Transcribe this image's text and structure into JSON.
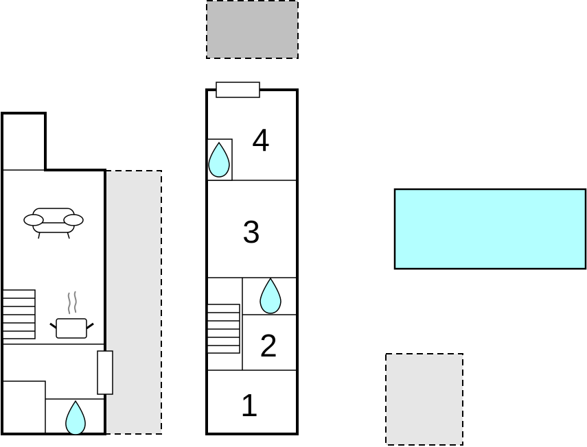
{
  "diagram": {
    "type": "floor-plan",
    "colors": {
      "wall": "#000000",
      "water": "#b3ffff",
      "terrace_dark": "#c0c0c0",
      "terrace_light": "#e6e6e6",
      "pool": "#b3ffff"
    },
    "rooms": [
      {
        "id": "room-1",
        "label": "1"
      },
      {
        "id": "room-2",
        "label": "2"
      },
      {
        "id": "room-3",
        "label": "3"
      },
      {
        "id": "room-4",
        "label": "4"
      }
    ],
    "icons": [
      "sofa-icon",
      "cooking-pot-icon",
      "water-drop-icon",
      "stairs-icon",
      "window-icon"
    ],
    "areas": [
      "ground-floor",
      "upper-floor",
      "pool",
      "terrace-top",
      "terrace-side",
      "terrace-bottom"
    ]
  }
}
